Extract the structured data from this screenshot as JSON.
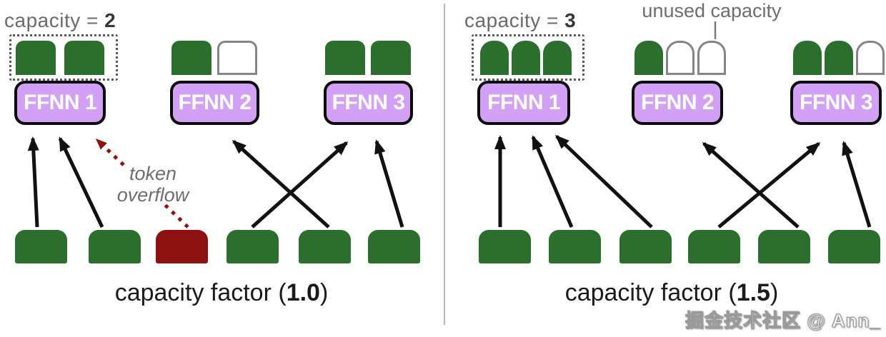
{
  "left_panel": {
    "capacity_label": {
      "prefix": "capacity = ",
      "value": "2"
    },
    "experts": [
      {
        "label": "FFNN 1",
        "slots": [
          "used",
          "used"
        ]
      },
      {
        "label": "FFNN 2",
        "slots": [
          "used",
          "unused"
        ]
      },
      {
        "label": "FFNN 3",
        "slots": [
          "used",
          "used"
        ]
      }
    ],
    "tokens": [
      "routed",
      "routed",
      "overflow",
      "routed",
      "routed",
      "routed"
    ],
    "overflow_label": {
      "line1": "token",
      "line2": "overflow"
    },
    "caption": {
      "prefix": "capacity factor (",
      "value": "1.0",
      "suffix": ")"
    }
  },
  "right_panel": {
    "capacity_label": {
      "prefix": "capacity = ",
      "value": "3"
    },
    "unused_capacity_label": "unused capacity",
    "experts": [
      {
        "label": "FFNN 1",
        "slots": [
          "used",
          "used",
          "used"
        ]
      },
      {
        "label": "FFNN 2",
        "slots": [
          "used",
          "unused",
          "unused"
        ]
      },
      {
        "label": "FFNN 3",
        "slots": [
          "used",
          "used",
          "unused"
        ]
      }
    ],
    "tokens": [
      "routed",
      "routed",
      "routed",
      "routed",
      "routed",
      "routed"
    ],
    "caption": {
      "prefix": "capacity factor (",
      "value": "1.5",
      "suffix": ")"
    }
  },
  "watermark": "掘金技术社区 @ Ann_",
  "colors": {
    "token_green": "#2b6e2d",
    "token_overflow_red": "#8e1111",
    "expert_purple": "#d2a0f5",
    "expert_border": "#0b0b0b",
    "unused_slot_border": "#858585",
    "gray_text": "#6e6e6e",
    "caption_text": "#1b1b1b",
    "divider_gray": "#b9b9b9"
  }
}
